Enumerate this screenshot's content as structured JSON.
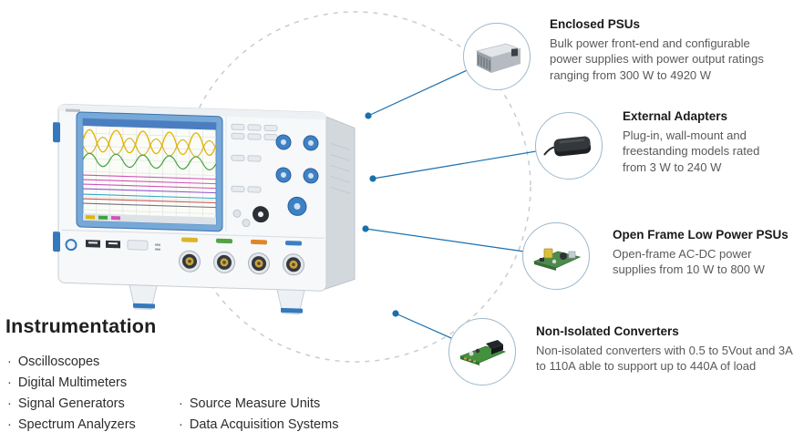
{
  "colors": {
    "accent_blue": "#1a6fad",
    "dashed_circle": "#c8ccd0",
    "title_text": "#1a1a1a",
    "body_text": "#58595b"
  },
  "center_image": "oscilloscope-illustration",
  "callouts": [
    {
      "icon": "enclosed-psu-icon",
      "title": "Enclosed PSUs",
      "description": "Bulk power front-end and configurable power supplies with power output ratings ranging from 300 W to 4920 W"
    },
    {
      "icon": "external-adapter-icon",
      "title": "External Adapters",
      "description": "Plug-in, wall-mount and freestanding models rated from 3 W to 240 W"
    },
    {
      "icon": "open-frame-psu-icon",
      "title": "Open Frame Low Power PSUs",
      "description": "Open-frame AC-DC power supplies from 10 W to 800 W"
    },
    {
      "icon": "non-isolated-converter-icon",
      "title": "Non-Isolated Converters",
      "description": "Non-isolated converters with 0.5 to 5Vout and 3A to 110A able to support up to 440A of load"
    }
  ],
  "instrumentation": {
    "title": "Instrumentation",
    "bullet": "·",
    "items_col1": [
      "Oscilloscopes",
      "Digital Multimeters",
      "Signal Generators",
      "Spectrum Analyzers"
    ],
    "items_col2": [
      "Source Measure Units",
      "Data Acquisition Systems"
    ]
  }
}
